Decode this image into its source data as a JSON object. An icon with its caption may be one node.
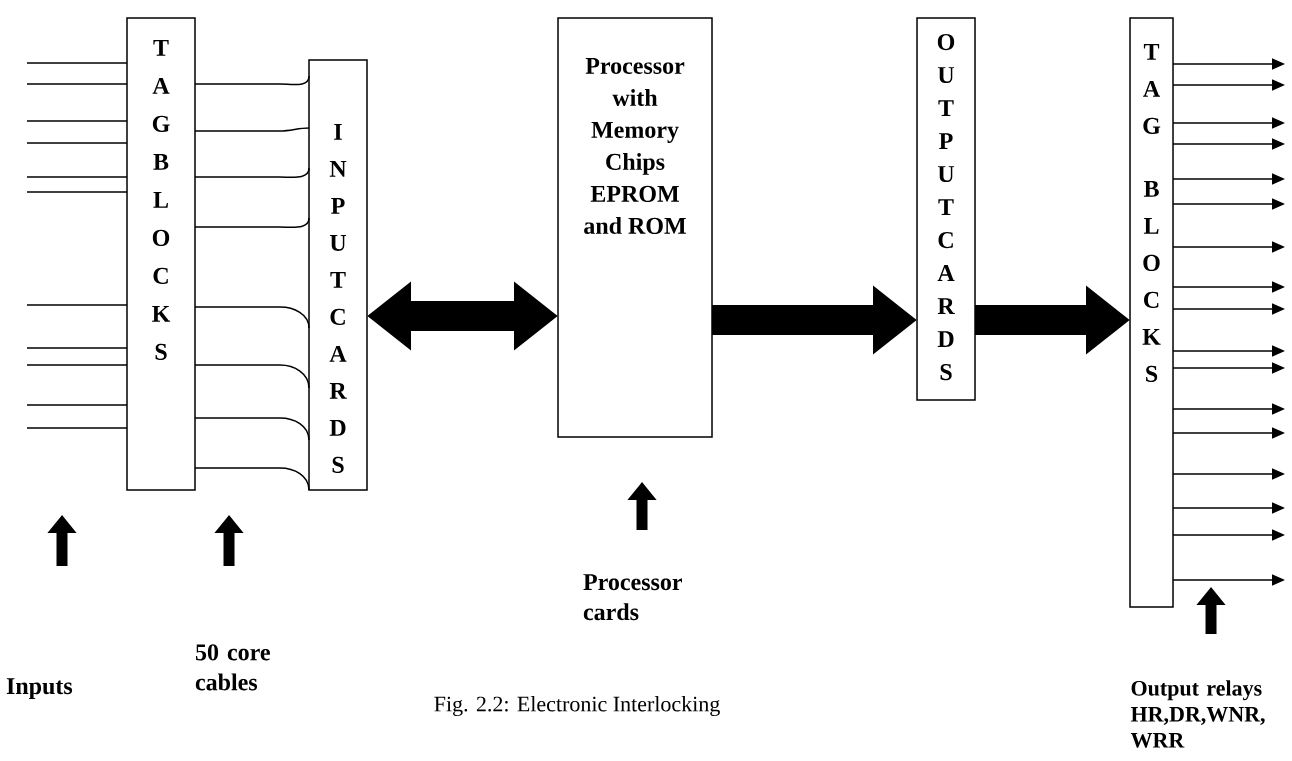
{
  "diagram": {
    "caption": "Fig. 2.2: Electronic Interlocking",
    "nodes": [
      {
        "text": [
          "T A G B L O C K S"
        ]
      },
      {
        "text": [
          "I N P U T C A R D S"
        ]
      },
      {
        "text": [
          "Processor with Memory Chips EPROM and ROM"
        ]
      },
      {
        "text": [
          "O U T P U T C A R D S"
        ]
      },
      {
        "text": [
          "T A G",
          "B L O C K S"
        ]
      }
    ],
    "labels": [
      "Inputs",
      "50 core cables",
      "Processor cards",
      "Output relays HR,DR,WNR, WRR"
    ],
    "edges": [
      {
        "from": null,
        "to": 0,
        "arrow": "none"
      },
      {
        "from": null,
        "to": 0,
        "arrow": "none"
      },
      {
        "from": null,
        "to": 0,
        "arrow": "none"
      },
      {
        "from": null,
        "to": 0,
        "arrow": "none"
      },
      {
        "from": null,
        "to": 0,
        "arrow": "none"
      },
      {
        "from": null,
        "to": 0,
        "arrow": "none"
      },
      {
        "from": null,
        "to": 0,
        "arrow": "none"
      },
      {
        "from": null,
        "to": 0,
        "arrow": "none"
      },
      {
        "from": null,
        "to": 0,
        "arrow": "none"
      },
      {
        "from": null,
        "to": 0,
        "arrow": "none"
      },
      {
        "from": null,
        "to": 0,
        "arrow": "none"
      },
      {
        "from": 0,
        "to": 1,
        "arrow": "none"
      },
      {
        "from": 0,
        "to": 1,
        "arrow": "none"
      },
      {
        "from": 0,
        "to": 1,
        "arrow": "none"
      },
      {
        "from": 0,
        "to": 1,
        "arrow": "none"
      },
      {
        "from": 0,
        "to": 1,
        "arrow": "none"
      },
      {
        "from": 0,
        "to": 1,
        "arrow": "none"
      },
      {
        "from": 0,
        "to": 1,
        "arrow": "none"
      },
      {
        "from": 0,
        "to": 1,
        "arrow": "none"
      },
      {
        "from": 1,
        "to": 2,
        "arrow": "both",
        "style": "thick"
      },
      {
        "from": 2,
        "to": 3,
        "arrow": "to",
        "style": "thick"
      },
      {
        "from": 3,
        "to": 4,
        "arrow": "to",
        "style": "thick"
      },
      {
        "from": 4,
        "to": null,
        "arrow": "to"
      },
      {
        "from": 4,
        "to": null,
        "arrow": "to"
      },
      {
        "from": 4,
        "to": null,
        "arrow": "to"
      },
      {
        "from": 4,
        "to": null,
        "arrow": "to"
      },
      {
        "from": 4,
        "to": null,
        "arrow": "to"
      },
      {
        "from": 4,
        "to": null,
        "arrow": "to"
      },
      {
        "from": 4,
        "to": null,
        "arrow": "to"
      },
      {
        "from": 4,
        "to": null,
        "arrow": "to"
      },
      {
        "from": 4,
        "to": null,
        "arrow": "to"
      },
      {
        "from": 4,
        "to": null,
        "arrow": "to"
      },
      {
        "from": 4,
        "to": null,
        "arrow": "to"
      },
      {
        "from": 4,
        "to": null,
        "arrow": "to"
      },
      {
        "from": 4,
        "to": null,
        "arrow": "to"
      },
      {
        "from": 4,
        "to": null,
        "arrow": "to"
      },
      {
        "from": 4,
        "to": null,
        "arrow": "to"
      },
      {
        "from": 4,
        "to": null,
        "arrow": "to"
      },
      {
        "from": 4,
        "to": null,
        "arrow": "to"
      }
    ]
  }
}
